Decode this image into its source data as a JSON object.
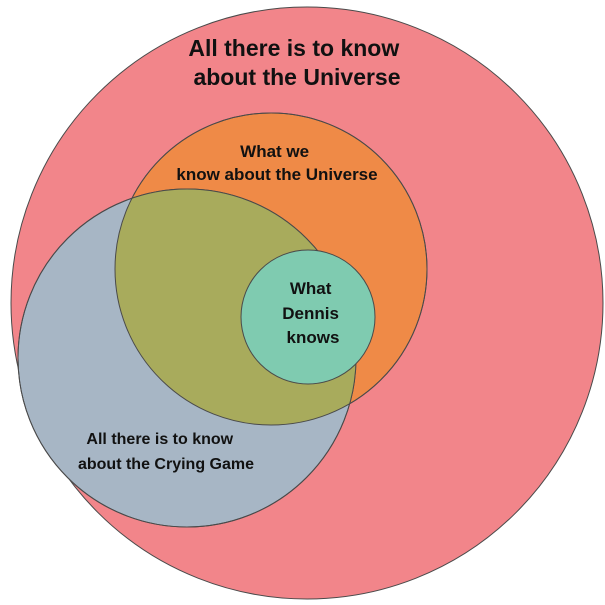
{
  "colors": {
    "universe": "#f2858a",
    "known": "#ef8a47",
    "crying_game": "#a7b6c5",
    "known_and_crying_game": "#a8ab5c",
    "dennis": "#7fcbb0",
    "outline": "#4a4a4a"
  },
  "labels": {
    "universe": [
      "All there is to know",
      "about the Universe"
    ],
    "known": [
      "What we",
      "know about the Universe"
    ],
    "dennis": [
      "What",
      "Dennis",
      "knows"
    ],
    "crying_game": [
      "All there is to know",
      "about the Crying Game"
    ]
  }
}
